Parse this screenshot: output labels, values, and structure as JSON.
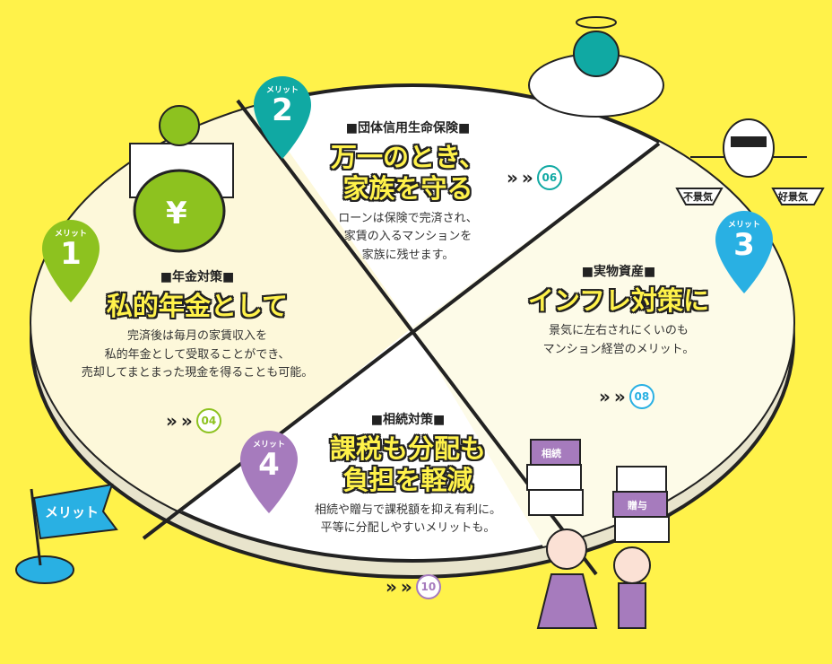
{
  "colors": {
    "bg": "#fff24a",
    "m1": "#8dc21f",
    "m2": "#10a9a3",
    "m3": "#29b0e3",
    "m4": "#a67bbd"
  },
  "merits": [
    {
      "pin_label": "メリット",
      "number": "1",
      "category": "■年金対策■",
      "headline": [
        "私的年金として"
      ],
      "description": [
        "完済後は毎月の家賃収入を",
        "私的年金として受取ることができ、",
        "売却してまとまった現金を得ることも可能。"
      ],
      "page": "04"
    },
    {
      "pin_label": "メリット",
      "number": "2",
      "category": "■団体信用生命保険■",
      "headline": [
        "万一のとき、",
        "家族を守る"
      ],
      "description": [
        "ローンは保険で完済され、",
        "家賃の入るマンションを",
        "家族に残せます。"
      ],
      "page": "06"
    },
    {
      "pin_label": "メリット",
      "number": "3",
      "category": "■実物資産■",
      "headline": [
        "インフレ対策に"
      ],
      "description": [
        "景気に左右されにくいのも",
        "マンション経営のメリット。"
      ],
      "page": "08"
    },
    {
      "pin_label": "メリット",
      "number": "4",
      "category": "■相続対策■",
      "headline": [
        "課税も分配も",
        "負担を軽減"
      ],
      "description": [
        "相続や贈与で課税額を抑え有利に。",
        "平等に分配しやすいメリットも。"
      ],
      "page": "10"
    }
  ],
  "illustration": {
    "yen": "¥",
    "scale_left": "不景気",
    "scale_right": "好景気",
    "box1": "相続",
    "box2": "贈与",
    "flag": "メリット"
  },
  "arrow": "»"
}
